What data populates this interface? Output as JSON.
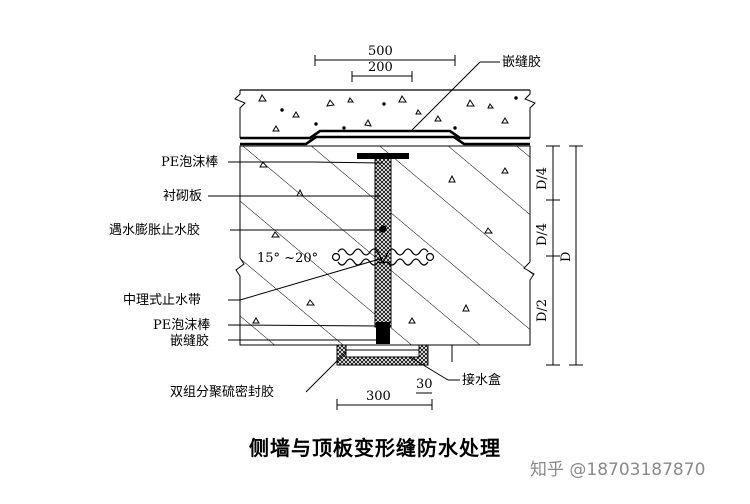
{
  "dims": {
    "top_outer": "500",
    "top_inner": "200",
    "bottom_width": "300",
    "bottom_gap": "30",
    "right_q1": "D/4",
    "right_q2": "D/4",
    "right_half": "D/2",
    "right_total": "D"
  },
  "labels": {
    "caulk_top": "嵌缝胶",
    "pe_foam_top": "PE泡沫棒",
    "lining_board": "衬砌板",
    "swell_sealant": "遇水膨胀止水胶",
    "angle": "15°  ~20°",
    "waterstop": "中理式止水带",
    "pe_foam_bottom": "PE泡沫棒",
    "caulk_bottom": "嵌缝胶",
    "polysulfide": "双组分聚硫密封胶",
    "drain_box": "接水盒"
  },
  "caption": "侧墙与顶板变形缝防水处理",
  "watermark": "知乎 @18703187870"
}
